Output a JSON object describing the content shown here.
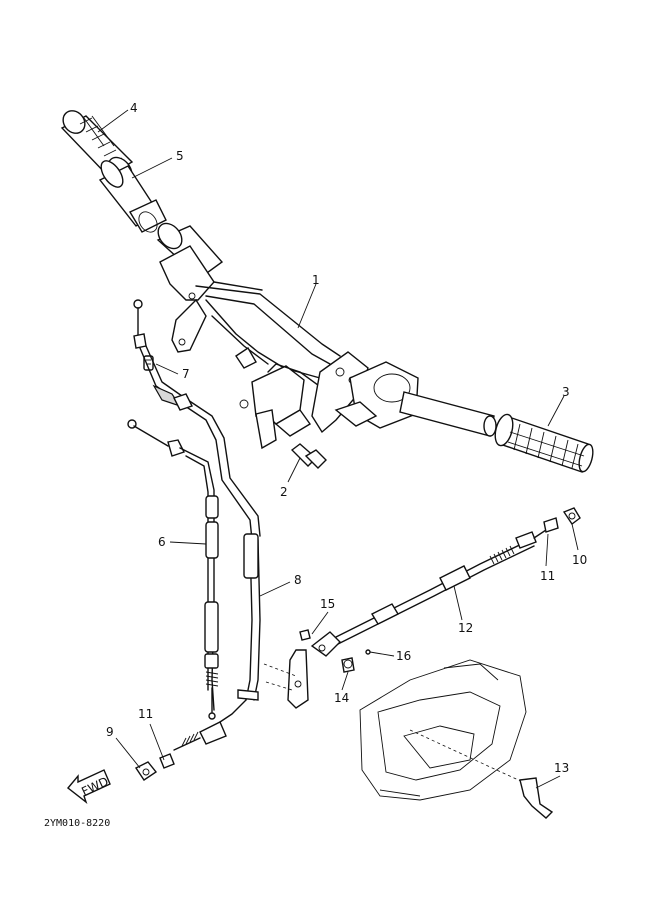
{
  "diagram": {
    "reference_code": "2YM010-8220",
    "fwd_label": "FWD",
    "callouts": [
      {
        "id": "c1",
        "label": "1"
      },
      {
        "id": "c2",
        "label": "2"
      },
      {
        "id": "c3",
        "label": "3"
      },
      {
        "id": "c4",
        "label": "4"
      },
      {
        "id": "c5",
        "label": "5"
      },
      {
        "id": "c6",
        "label": "6"
      },
      {
        "id": "c7",
        "label": "7"
      },
      {
        "id": "c8",
        "label": "8"
      },
      {
        "id": "c9",
        "label": "9"
      },
      {
        "id": "c10",
        "label": "10"
      },
      {
        "id": "c11a",
        "label": "11"
      },
      {
        "id": "c11b",
        "label": "11"
      },
      {
        "id": "c12",
        "label": "12"
      },
      {
        "id": "c13",
        "label": "13"
      },
      {
        "id": "c14",
        "label": "14"
      },
      {
        "id": "c15",
        "label": "15"
      },
      {
        "id": "c16",
        "label": "16"
      }
    ]
  }
}
